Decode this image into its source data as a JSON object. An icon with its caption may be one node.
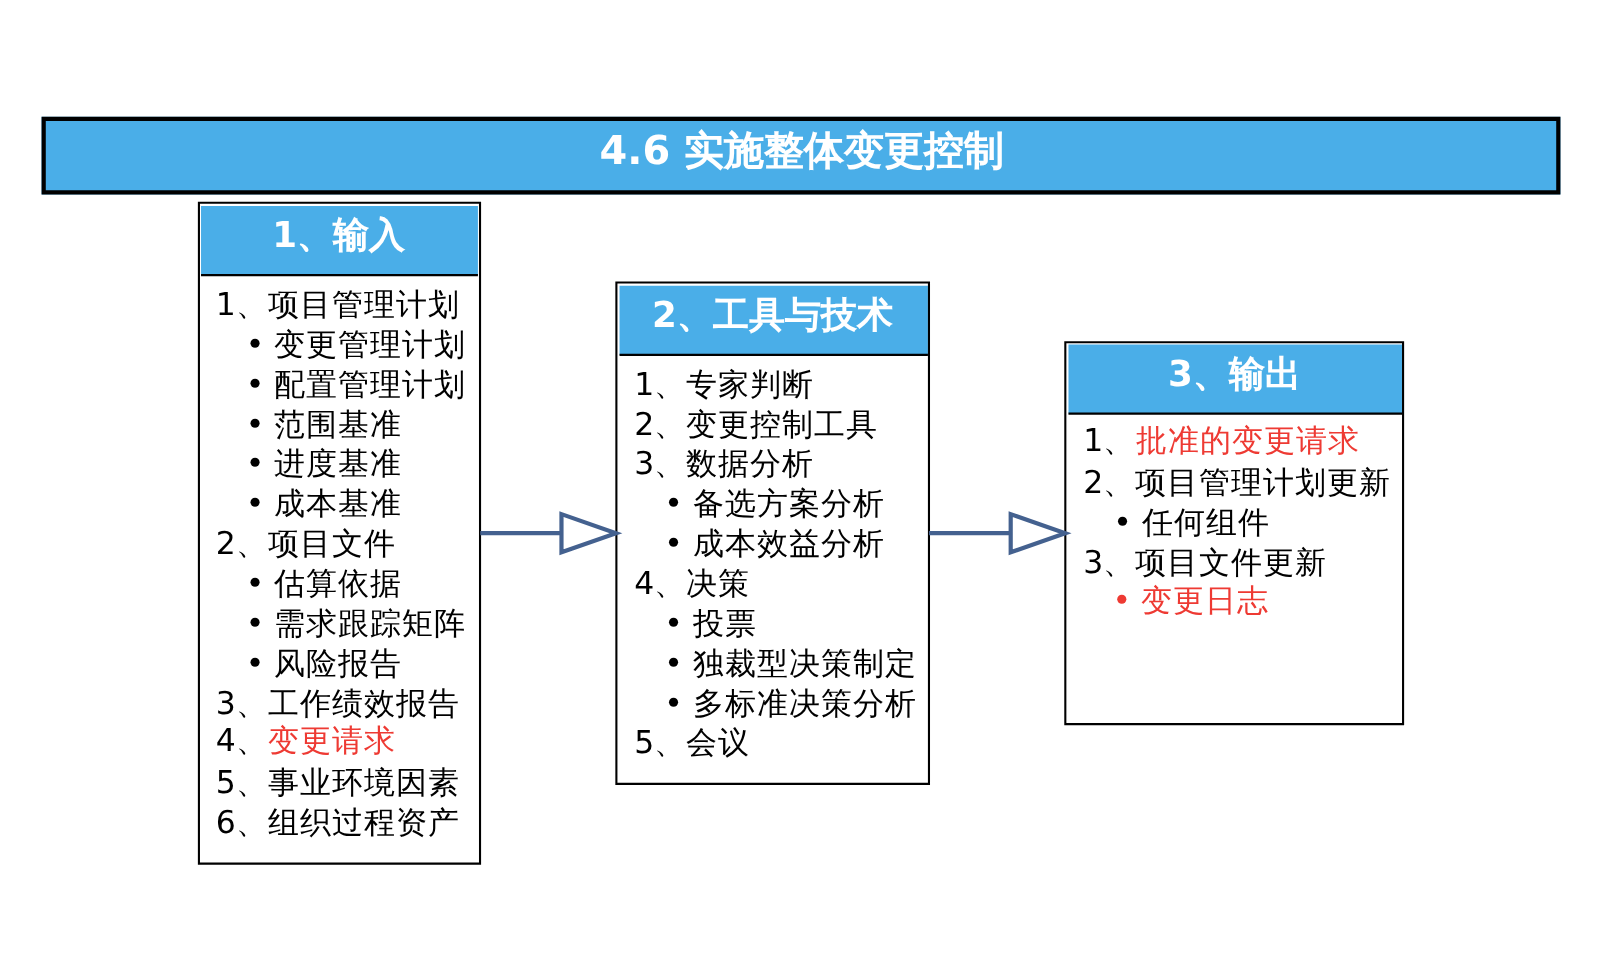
{
  "diagram": {
    "title": "4.6 实施整体变更控制",
    "nodes": [
      {
        "text": [
          "1、输入",
          "1、项目管理计划",
          "• 变更管理计划",
          "• 配置管理计划",
          "• 范围基准",
          "• 进度基准",
          "• 成本基准",
          "2、项目文件",
          "• 估算依据",
          "• 需求跟踪矩阵",
          "• 风险报告",
          "3、工作绩效报告",
          "4、变更请求",
          "5、事业环境因素",
          "6、组织过程资产"
        ]
      },
      {
        "text": [
          "2、工具与技术",
          "1、专家判断",
          "2、变更控制工具",
          "3、数据分析",
          "• 备选方案分析",
          "• 成本效益分析",
          "4、决策",
          "• 投票",
          "• 独裁型决策制定",
          "• 多标准决策分析",
          "5、会议"
        ]
      },
      {
        "text": [
          "3、输出",
          "1、批准的变更请求",
          "2、项目管理计划更新",
          "• 任何组件",
          "3、项目文件更新",
          "• 变更日志"
        ]
      }
    ],
    "edges": [
      {
        "from": 0,
        "to": 1,
        "arrow": "to"
      },
      {
        "from": 1,
        "to": 2,
        "arrow": "to"
      }
    ]
  }
}
